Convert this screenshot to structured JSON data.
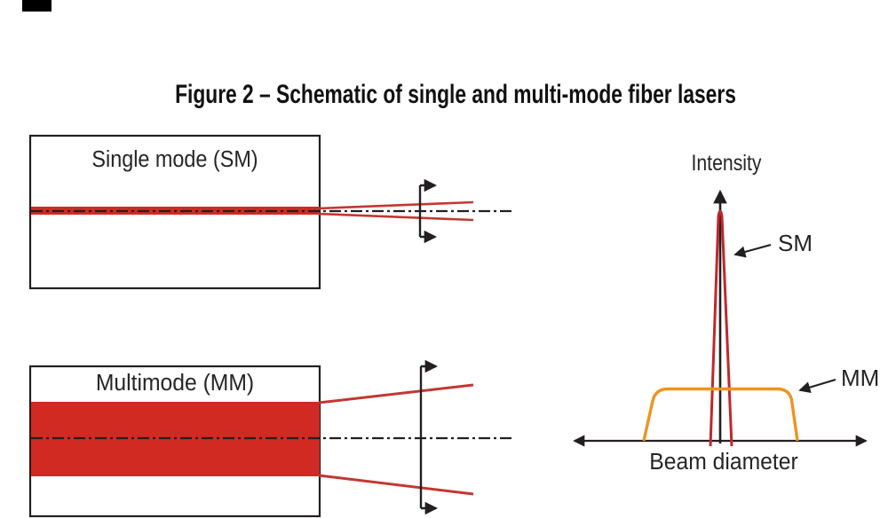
{
  "figure": {
    "title": "Figure 2 – Schematic of single and multi-mode fiber lasers"
  },
  "sm_diagram": {
    "label": "Single mode (SM)"
  },
  "mm_diagram": {
    "label": "Multimode (MM)"
  },
  "plot": {
    "y_axis_label": "Intensity",
    "x_axis_label": "Beam diameter",
    "sm_curve_label": "SM",
    "mm_curve_label": "MM"
  },
  "colors": {
    "beam_red": "#d02a22",
    "sm_curve_red": "#c1272d",
    "mm_curve_orange": "#ee9420",
    "line_black": "#231f20"
  },
  "chart_data": {
    "type": "line",
    "xlabel": "Beam diameter",
    "ylabel": "Intensity",
    "series": [
      {
        "name": "SM",
        "description": "narrow high-intensity peak centered on axis",
        "color": "#c1272d"
      },
      {
        "name": "MM",
        "description": "wide flat-top (top-hat) lower-intensity profile",
        "color": "#ee9420"
      }
    ],
    "legend": [
      "SM",
      "MM"
    ],
    "grid": false
  }
}
